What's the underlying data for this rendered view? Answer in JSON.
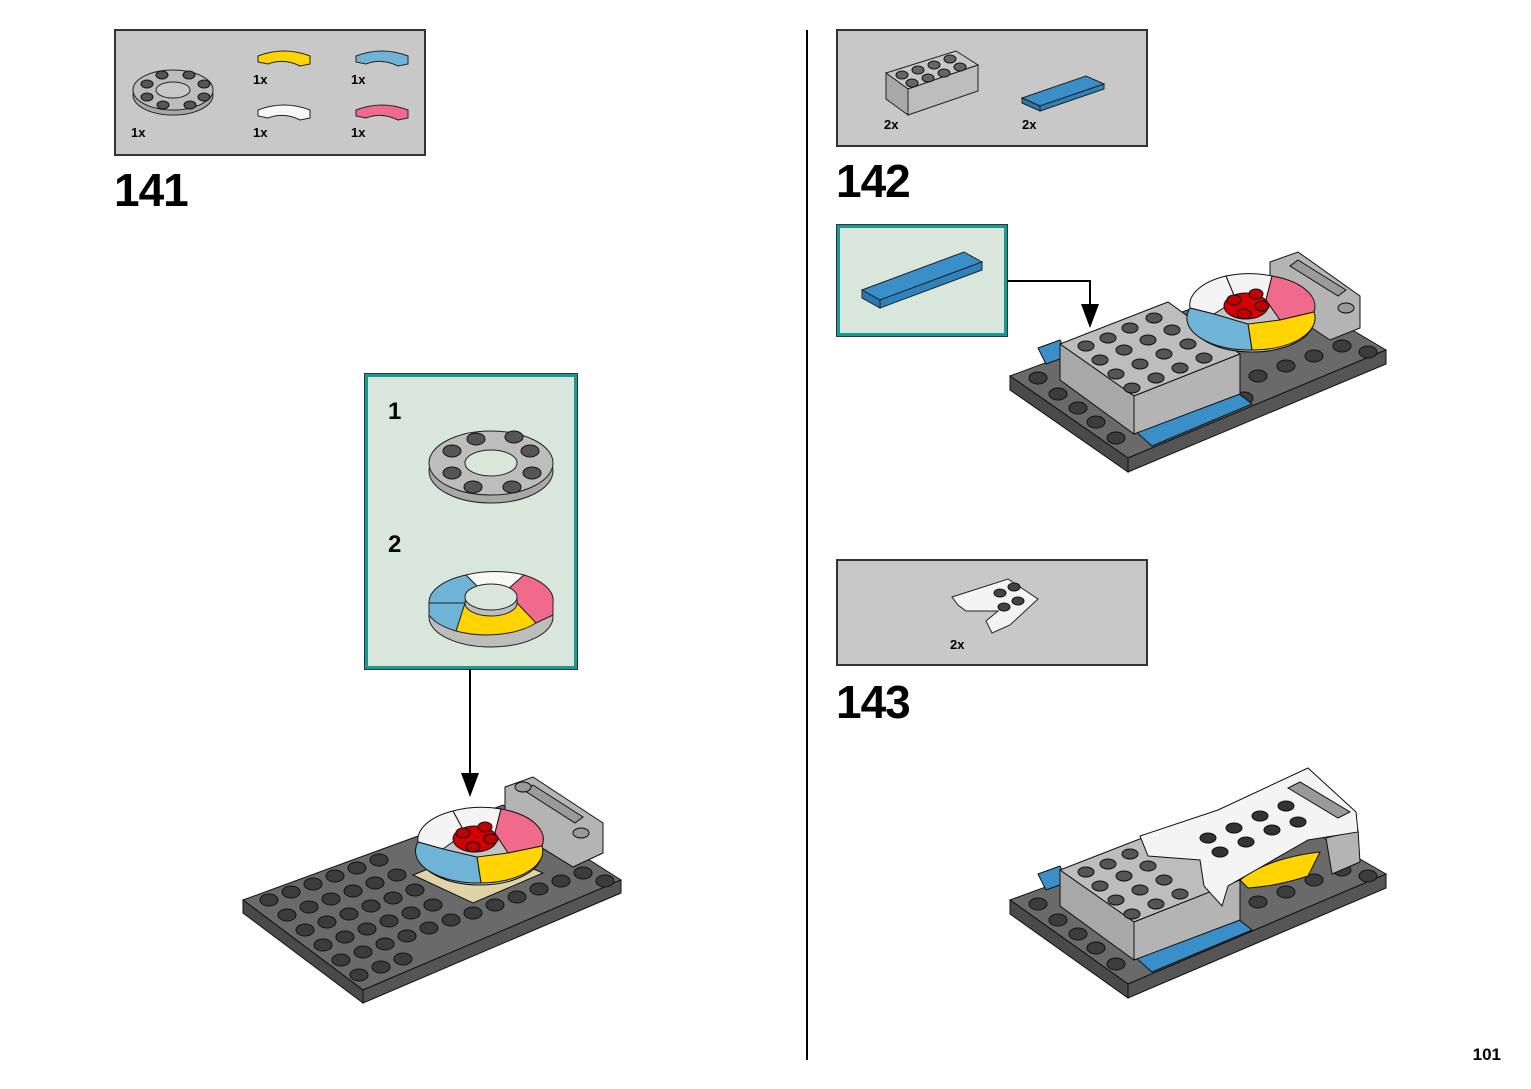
{
  "page": {
    "number": "101"
  },
  "steps": [
    {
      "number": "141",
      "parts": [
        {
          "name": "round-plate-with-hole",
          "color": "light-gray",
          "qty": "1x"
        },
        {
          "name": "curved-tile-quarter",
          "color": "yellow",
          "qty": "1x"
        },
        {
          "name": "curved-tile-quarter",
          "color": "medium-blue",
          "qty": "1x"
        },
        {
          "name": "curved-tile-quarter",
          "color": "white",
          "qty": "1x"
        },
        {
          "name": "curved-tile-quarter",
          "color": "pink",
          "qty": "1x"
        }
      ],
      "subassembly": [
        {
          "number": "1"
        },
        {
          "number": "2"
        }
      ]
    },
    {
      "number": "142",
      "parts": [
        {
          "name": "brick-2x4",
          "color": "light-gray",
          "qty": "2x"
        },
        {
          "name": "tile-1x4",
          "color": "blue",
          "qty": "2x"
        }
      ]
    },
    {
      "number": "143",
      "parts": [
        {
          "name": "wedge-plate",
          "color": "white",
          "qty": "2x"
        }
      ]
    }
  ],
  "colors": {
    "parts_bg": "#c8c8c8",
    "subassembly_bg": "#d9e6dc",
    "subassembly_border": "#179a93",
    "plate_dark": "#5a5a5a",
    "light_gray": "#b4b4b4",
    "yellow": "#ffd400",
    "blue": "#3a8fc8",
    "medium_blue": "#6fb3d6",
    "pink": "#f06a8c",
    "red": "#d40000",
    "white": "#f4f4f4",
    "tan": "#e0d3a8"
  }
}
